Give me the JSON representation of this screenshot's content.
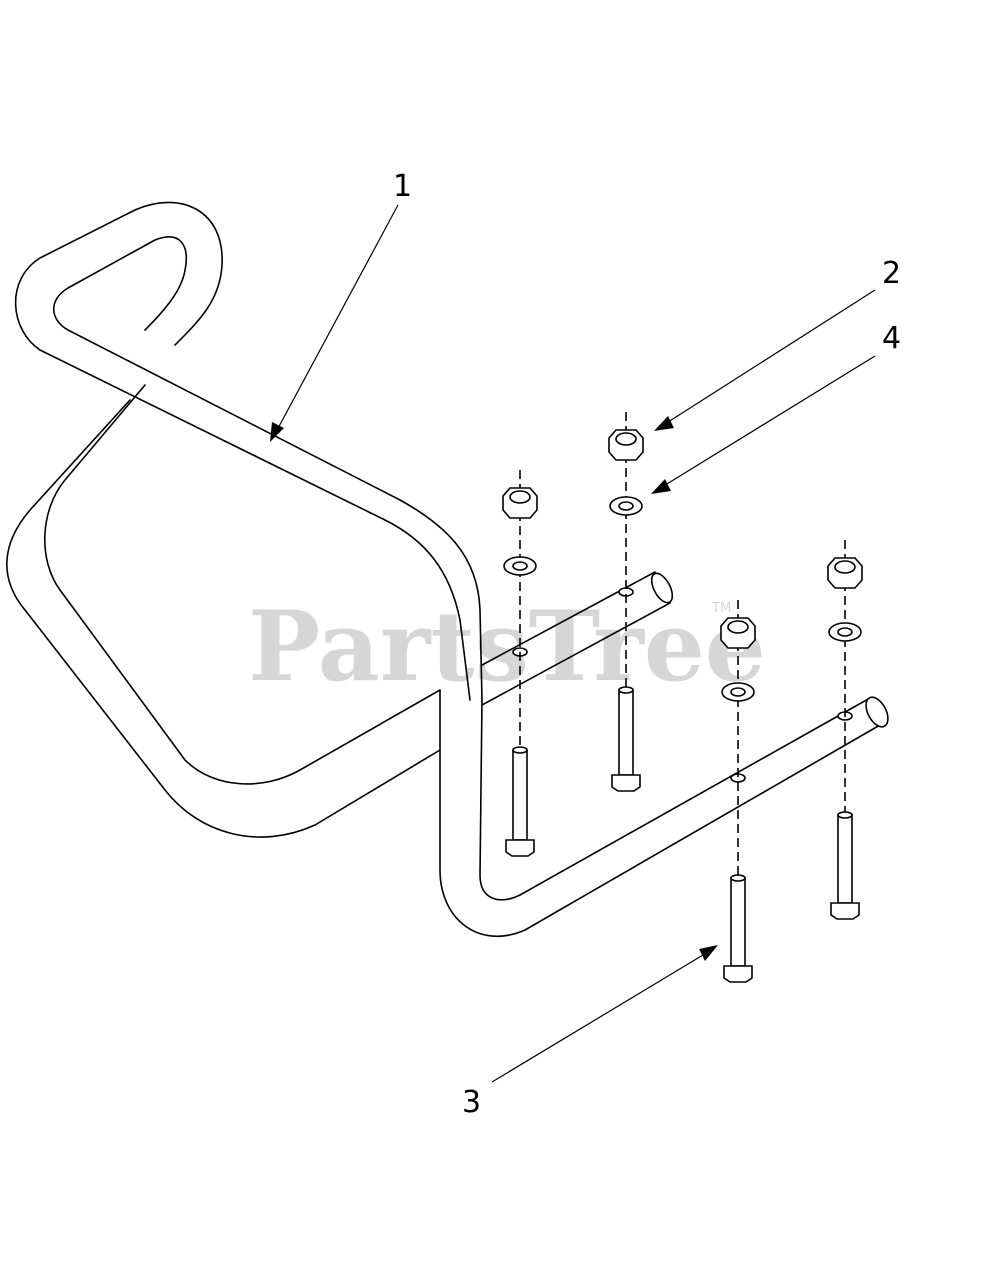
{
  "callouts": [
    {
      "id": "1",
      "label": "1"
    },
    {
      "id": "2",
      "label": "2"
    },
    {
      "id": "3",
      "label": "3"
    },
    {
      "id": "4",
      "label": "4"
    }
  ],
  "watermark": {
    "text": "PartsTree",
    "tm": "TM"
  }
}
